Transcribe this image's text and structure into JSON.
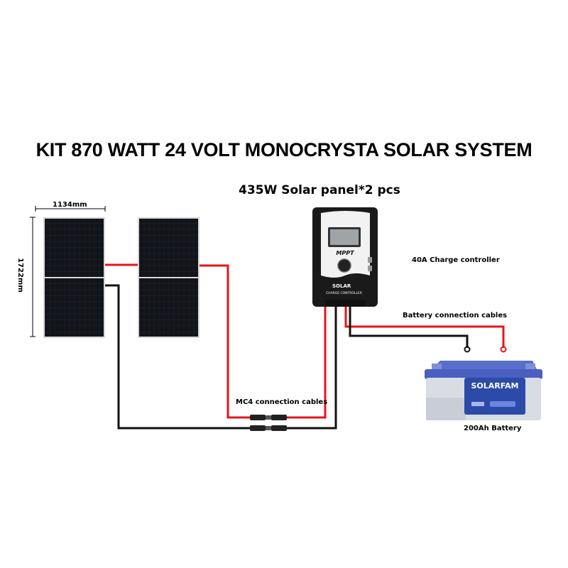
{
  "title": "KIT 870 WATT 24 VOLT MONOCRYSTA SOLAR SYSTEM",
  "panel_label": "435W Solar panel*2 pcs",
  "dimensions": {
    "width": "1134mm",
    "height": "1722mm"
  },
  "controller": {
    "label": "40A Charge controller",
    "display_text": "MPPT",
    "brand": "SOLAR",
    "sub": "CHARGE CONTROLLER"
  },
  "cables": {
    "battery": "Battery connection cables",
    "mc4": "MC4 connection cables"
  },
  "battery": {
    "label": "200Ah Battery",
    "brand": "SOLARFAM"
  },
  "colors": {
    "positive": "#e8141a",
    "negative": "#111111",
    "battery_case": "#d9dde3",
    "battery_lid": "#4a5fc0",
    "battery_label": "#2c4aa8"
  }
}
